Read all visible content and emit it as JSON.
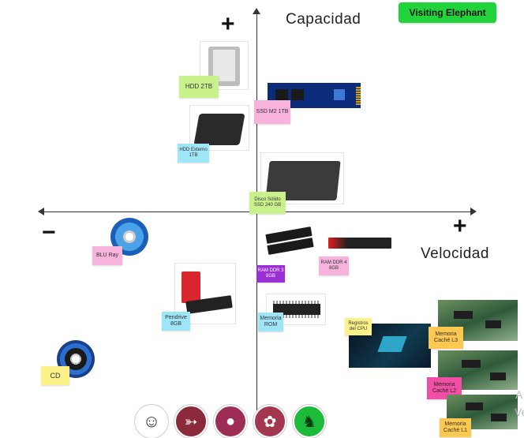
{
  "board": {
    "plus_top": "+",
    "y_axis_title": "Capacidad",
    "plus_right": "+",
    "x_axis_title": "Velocidad",
    "minus_left": "−",
    "visitor_tag": "Visiting Elephant",
    "faint_text_1": "A",
    "faint_text_2": "Ve"
  },
  "notes": {
    "hdd": "HDD 2TB",
    "ssd_m2": "SSD M2 1TB",
    "hdd_ext": "HDD Externo 1TB",
    "ssd_solid": "Disco Sólido SSD 240 GB",
    "bluray": "BLU Ray",
    "ram3": "RAM DDR 3 8GB",
    "ram4": "RAM DDR 4 8GB",
    "pendrive": "Pendrive 8GB",
    "rom": "Memoria ROM",
    "cpu_reg": "Registros del CPU",
    "l3": "Memoria Caché L3",
    "l2": "Memoria Caché L2",
    "l1": "Memoria Caché L1",
    "cd": "CD"
  },
  "colors": {
    "green_note": "#c9f28d",
    "pink_note": "#f7b3dc",
    "blue_note": "#9ee6f7",
    "yellow_note": "#fdf28a",
    "purple_note": "#9b2fd6",
    "orange_note": "#fdc84f",
    "magenta_note": "#f14fa6",
    "tag_green": "#22d43c"
  },
  "avatars": [
    {
      "icon": "smiley-icon",
      "color": "#ffffff"
    },
    {
      "icon": "fish-icon",
      "color": "#8a2a3a"
    },
    {
      "icon": "panda-icon",
      "color": "#9e2d55"
    },
    {
      "icon": "ladybug-icon",
      "color": "#a3374f"
    },
    {
      "icon": "elephant-icon",
      "color": "#1dbb3a"
    }
  ]
}
